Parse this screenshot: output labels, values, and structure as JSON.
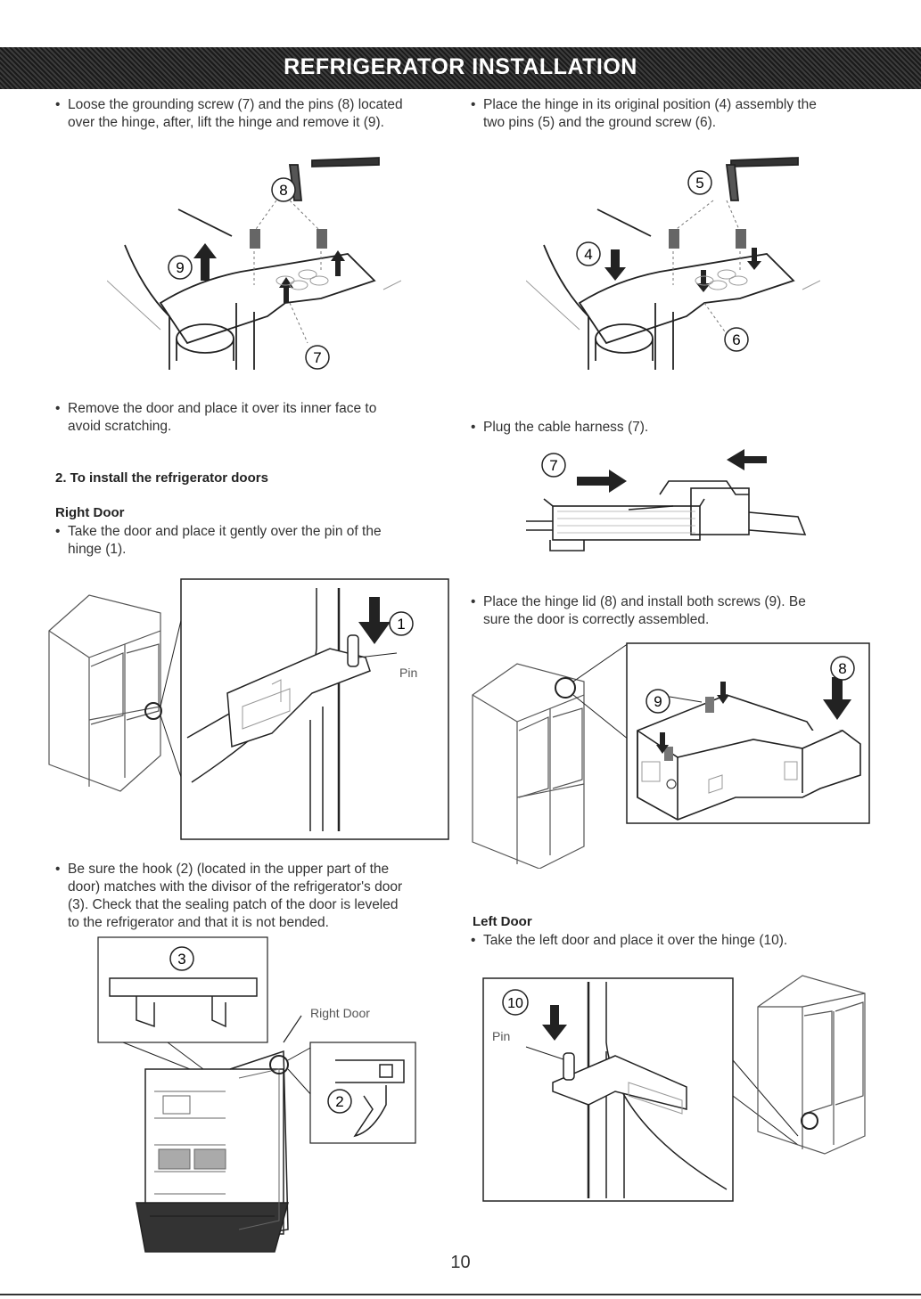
{
  "header": {
    "title": "REFRIGERATOR INSTALLATION"
  },
  "instructions": {
    "loose_screw_1": "Loose the grounding screw (7) and the pins (8) located",
    "loose_screw_2": "over the hinge, after, lift the hinge and remove it (9).",
    "place_hinge_1": "Place the hinge in its original position (4) assembly the",
    "place_hinge_2": "two pins (5) and the ground screw (6).",
    "remove_door_1": "Remove the door and place it over its inner face to",
    "remove_door_2": "avoid scratching.",
    "plug_cable": "Plug the cable harness (7).",
    "section_heading": "2. To install the refrigerator doors",
    "right_door_heading": "Right Door",
    "take_door_1": "Take the door and place it gently over the pin of the",
    "take_door_2": "hinge (1).",
    "hinge_lid_1": "Place the hinge lid (8) and install both screws (9). Be",
    "hinge_lid_2": "sure the door is correctly assembled.",
    "hook_1": "Be sure the hook (2) (located in the upper part of the",
    "hook_2": "door) matches with the divisor of the refrigerator's door",
    "hook_3": "(3). Check that the sealing patch of the door is leveled",
    "hook_4": "to the refrigerator and that it is not bended.",
    "left_door_heading": "Left Door",
    "left_door_text": "Take the left door and place it over the hinge (10)."
  },
  "figures": {
    "fig1_callouts": [
      "8",
      "9",
      "7"
    ],
    "fig2_callouts": [
      "5",
      "4",
      "6"
    ],
    "fig3_callout": "7",
    "fig4_callout": "1",
    "fig4_pin": "Pin",
    "fig5_callouts": [
      "8",
      "9"
    ],
    "fig6_callouts": [
      "3",
      "2"
    ],
    "fig6_label": "Right Door",
    "fig7_callout": "10",
    "fig7_pin": "Pin"
  },
  "footer": {
    "page_number": "10"
  }
}
